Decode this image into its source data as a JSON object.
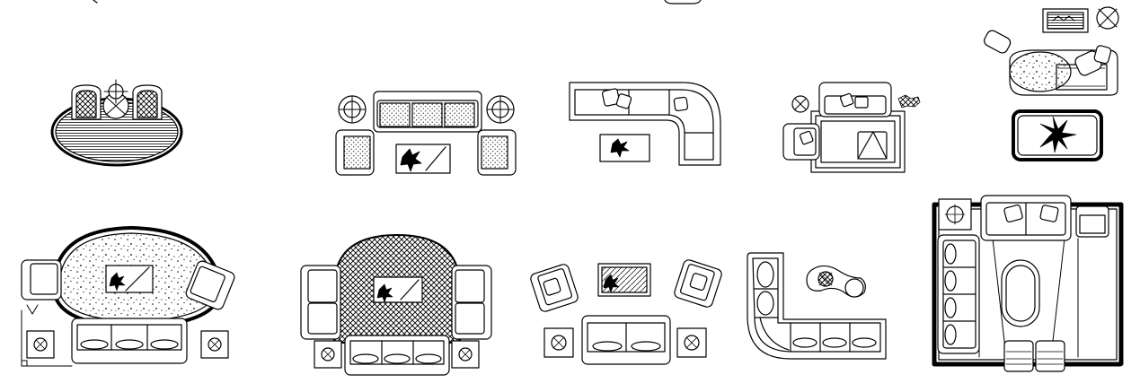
{
  "sheet": {
    "background": "#ffffff",
    "line_color": "#000000"
  },
  "blocks": [
    {
      "id": "oval-rug-chairs-set",
      "kind": "lounge-group",
      "rug": "oval-hatched"
    },
    {
      "id": "three-seat-sofa-set",
      "kind": "living-group",
      "table": "rectangular-with-plant"
    },
    {
      "id": "l-corner-sofa-set",
      "kind": "sectional-group",
      "table": "rectangular-with-plant"
    },
    {
      "id": "armchair-rug-set",
      "kind": "living-group",
      "rug": "double-border"
    },
    {
      "id": "chaise-rug-set",
      "kind": "lounge-group",
      "rug": "rounded-fringed"
    },
    {
      "id": "round-rug-sofa-set",
      "kind": "living-group",
      "rug": "round-speckled"
    },
    {
      "id": "hatched-rug-sofa-set",
      "kind": "living-group",
      "rug": "round-crosshatched"
    },
    {
      "id": "loveseat-armchairs-set",
      "kind": "living-group",
      "table": "rectangular-with-plant"
    },
    {
      "id": "curved-sectional-set",
      "kind": "sectional-group",
      "table": "peanut-shaped"
    },
    {
      "id": "large-rug-lounge-set",
      "kind": "living-group",
      "rug": "rectangular-fringed"
    }
  ]
}
